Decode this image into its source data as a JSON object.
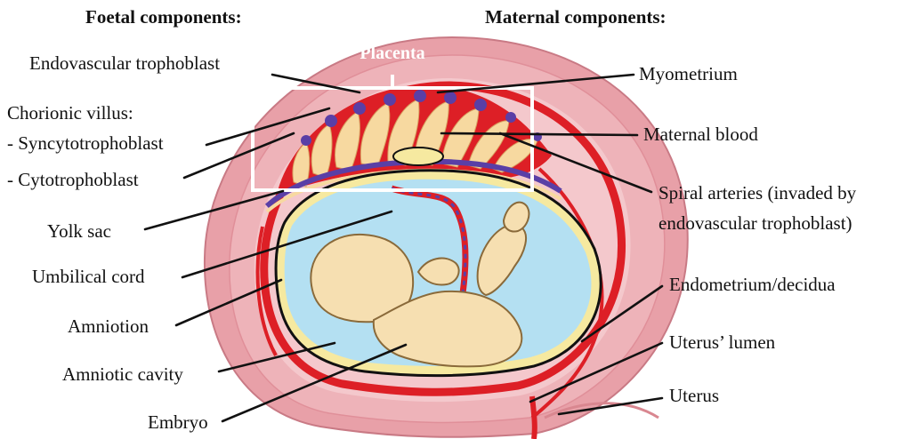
{
  "headers": {
    "foetal": "Foetal components:",
    "maternal": "Maternal components:"
  },
  "placenta_label": "Placenta",
  "foetal_labels": {
    "endovascular_trophoblast": "Endovascular trophoblast",
    "chorionic_villus": "Chorionic villus:",
    "syncytiotrophoblast": "- Syncytotrophoblast",
    "cytotrophoblast": "- Cytotrophoblast",
    "yolk_sac": "Yolk sac",
    "umbilical_cord": "Umbilical cord",
    "amnion": "Amniotion",
    "amniotic_cavity": "Amniotic cavity",
    "embryo": "Embryo"
  },
  "maternal_labels": {
    "myometrium": "Myometrium",
    "maternal_blood": "Maternal blood",
    "spiral_arteries_1": "Spiral arteries (invaded by",
    "spiral_arteries_2": "endovascular trophoblast)",
    "endometrium": "Endometrium/decidua",
    "uterus_lumen": "Uterus’ lumen",
    "uterus": "Uterus"
  },
  "colors": {
    "myometrium": "#e8a0a8",
    "myometrium_dark": "#d98790",
    "endometrium": "#f0c4c8",
    "decidua_red": "#dd1f26",
    "chorion_cream": "#f7d9a0",
    "amniotic_fluid": "#b4e0f2",
    "embryo_skin": "#f6dfb1",
    "villus_purple": "#5a3fa6",
    "yolk": "#f6e9a0"
  }
}
